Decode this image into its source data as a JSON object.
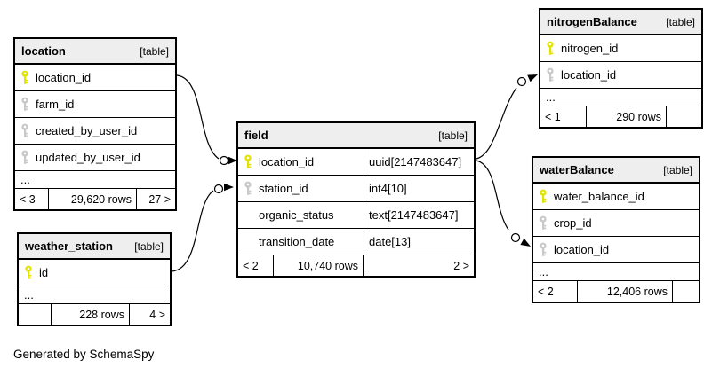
{
  "note": "Generated by SchemaSpy",
  "colors": {
    "primary_key": "#e3e300",
    "foreign_key": "#c9c9c9",
    "header_bg": "#eeeeee",
    "border": "#000000"
  },
  "tables": {
    "location": {
      "title": "location",
      "tag": "[table]",
      "columns": [
        {
          "name": "location_id",
          "key": "primary"
        },
        {
          "name": "farm_id",
          "key": "foreign"
        },
        {
          "name": "created_by_user_id",
          "key": "foreign"
        },
        {
          "name": "updated_by_user_id",
          "key": "foreign"
        }
      ],
      "ellipsis": "...",
      "footer": {
        "children": "< 3",
        "rows": "29,620 rows",
        "parents": "27 >"
      }
    },
    "weather_station": {
      "title": "weather_station",
      "tag": "[table]",
      "columns": [
        {
          "name": "id",
          "key": "primary"
        }
      ],
      "ellipsis": "...",
      "footer": {
        "children": "",
        "rows": "228 rows",
        "parents": "4 >"
      }
    },
    "field": {
      "title": "field",
      "tag": "[table]",
      "columns": [
        {
          "name": "location_id",
          "key": "primary",
          "type": "uuid[2147483647]"
        },
        {
          "name": "station_id",
          "key": "foreign",
          "type": "int4[10]"
        },
        {
          "name": "organic_status",
          "key": "none",
          "type": "text[2147483647]"
        },
        {
          "name": "transition_date",
          "key": "none",
          "type": "date[13]"
        }
      ],
      "footer": {
        "children": "< 2",
        "rows": "10,740 rows",
        "parents": "2 >"
      }
    },
    "nitrogenBalance": {
      "title": "nitrogenBalance",
      "tag": "[table]",
      "columns": [
        {
          "name": "nitrogen_id",
          "key": "primary"
        },
        {
          "name": "location_id",
          "key": "foreign"
        }
      ],
      "ellipsis": "...",
      "footer": {
        "children": "< 1",
        "rows": "290 rows",
        "parents": ""
      }
    },
    "waterBalance": {
      "title": "waterBalance",
      "tag": "[table]",
      "columns": [
        {
          "name": "water_balance_id",
          "key": "primary"
        },
        {
          "name": "crop_id",
          "key": "foreign"
        },
        {
          "name": "location_id",
          "key": "foreign"
        }
      ],
      "ellipsis": "...",
      "footer": {
        "children": "< 2",
        "rows": "12,406 rows",
        "parents": ""
      }
    }
  }
}
